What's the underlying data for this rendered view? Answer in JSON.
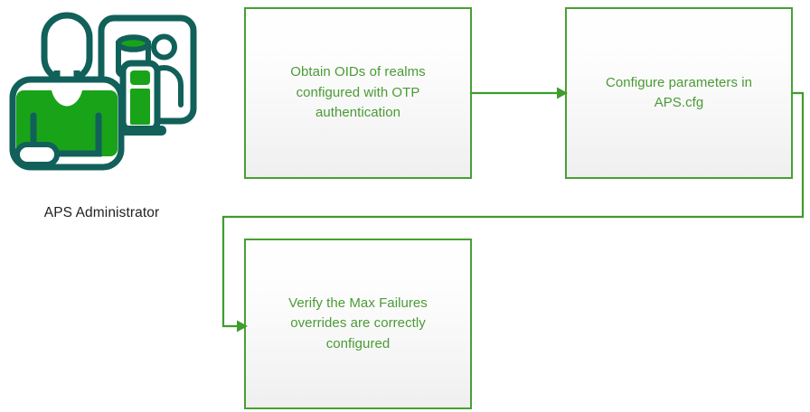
{
  "diagram": {
    "type": "flowchart",
    "background_color": "#ffffff",
    "accent_green": "#48a033",
    "text_green": "#4a9b35",
    "icon_dark_teal": "#11605a",
    "icon_green": "#19a319",
    "caption_color": "#212121",
    "actor": {
      "icon_name": "administrator-with-monitor-icon",
      "caption": "APS Administrator"
    },
    "nodes": [
      {
        "id": "obtain-oids",
        "label": "Obtain OIDs of realms\nconfigured with OTP\nauthentication"
      },
      {
        "id": "configure-params",
        "label": "Configure parameters in\nAPS.cfg"
      },
      {
        "id": "verify-overrides",
        "label": "Verify the Max Failures\noverrides are correctly\nconfigured"
      }
    ],
    "connectors": [
      {
        "id": "obtain-to-configure",
        "from": "obtain-oids",
        "to": "configure-params",
        "style": "straight-arrow-right"
      },
      {
        "id": "configure-to-verify",
        "from": "configure-params",
        "to": "verify-overrides",
        "style": "elbow-arrow-right-down-left-right"
      }
    ]
  }
}
